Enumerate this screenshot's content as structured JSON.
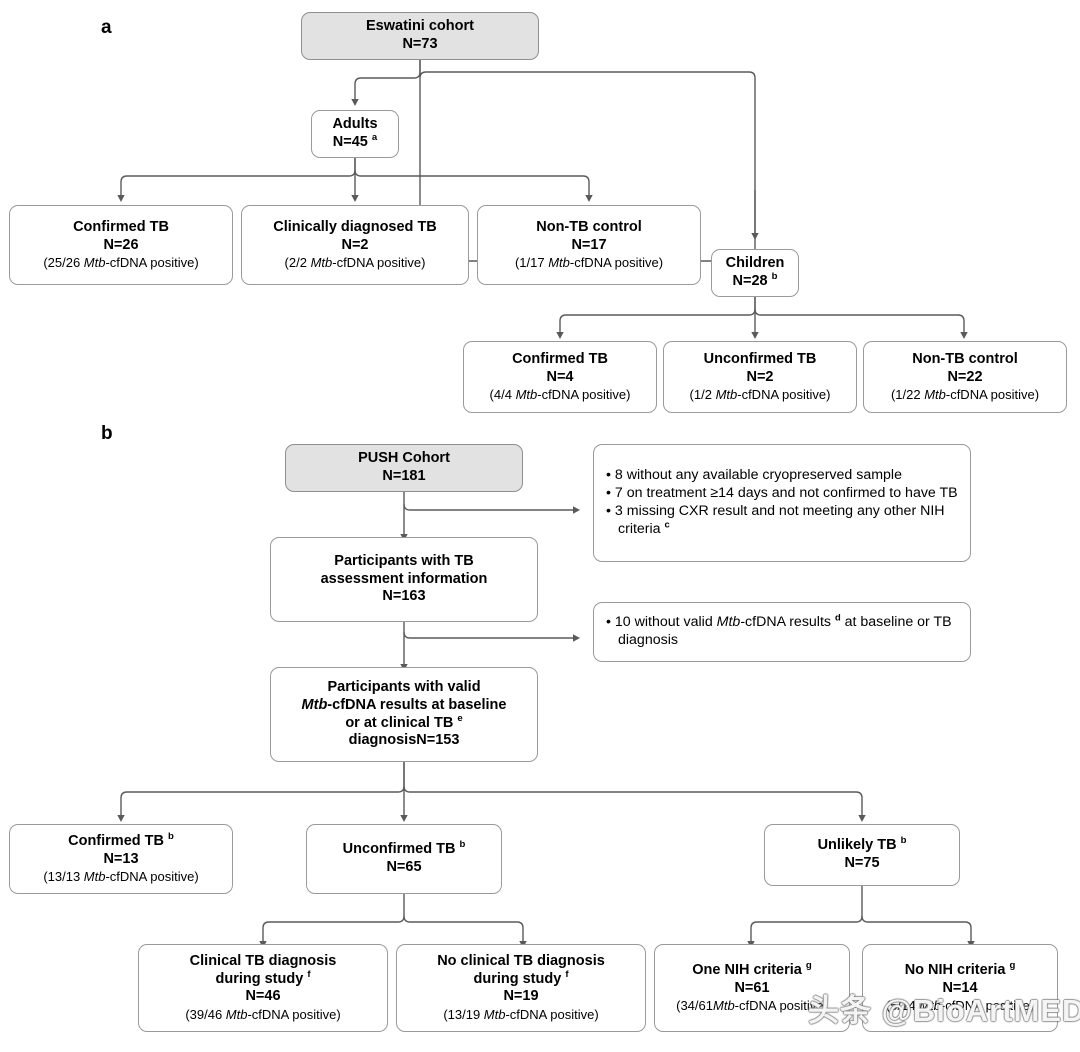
{
  "figure": {
    "panels": [
      {
        "id": "a",
        "label": "a"
      },
      {
        "id": "b",
        "label": "b"
      }
    ],
    "watermark": "头条 @BioArtMED",
    "colors": {
      "box_fill": "#ffffff",
      "box_fill_shaded": "#e2e2e2",
      "box_border": "#9a9a9a",
      "connector": "#5a5a5a",
      "text": "#000000"
    }
  },
  "panel_a": {
    "root": {
      "title": "Eswatini cohort",
      "count": "N=73"
    },
    "adults": {
      "title": "Adults",
      "count": "N=45",
      "note": "a"
    },
    "children": {
      "title": "Children",
      "count": "N=28",
      "note": "b"
    },
    "adult_groups": [
      {
        "title": "Confirmed TB",
        "count": "N=26",
        "positive": "(25/26 Mtb-cfDNA positive)",
        "positive_pre": "(25/26 ",
        "positive_italic": "Mtb",
        "positive_post": "-cfDNA positive)"
      },
      {
        "title": "Clinically diagnosed TB",
        "count": "N=2",
        "positive": "(2/2 Mtb-cfDNA positive)",
        "positive_pre": "(2/2 ",
        "positive_italic": "Mtb",
        "positive_post": "-cfDNA positive)"
      },
      {
        "title": "Non-TB control",
        "count": "N=17",
        "positive": "(1/17 Mtb-cfDNA positive)",
        "positive_pre": "(1/17 ",
        "positive_italic": "Mtb",
        "positive_post": "-cfDNA positive)"
      }
    ],
    "child_groups": [
      {
        "title": "Confirmed TB",
        "count": "N=4",
        "positive": "(4/4 Mtb-cfDNA positive)",
        "positive_pre": "(4/4 ",
        "positive_italic": "Mtb",
        "positive_post": "-cfDNA positive)"
      },
      {
        "title": "Unconfirmed TB",
        "count": "N=2",
        "positive": "(1/2 Mtb-cfDNA positive)",
        "positive_pre": "(1/2 ",
        "positive_italic": "Mtb",
        "positive_post": "-cfDNA positive)"
      },
      {
        "title": "Non-TB control",
        "count": "N=22",
        "positive": "(1/22 Mtb-cfDNA positive)",
        "positive_pre": "(1/22 ",
        "positive_italic": "Mtb",
        "positive_post": "-cfDNA positive)"
      }
    ]
  },
  "panel_b": {
    "root": {
      "title": "PUSH Cohort",
      "count": "N=181"
    },
    "step2": {
      "line1": "Participants with TB",
      "line2": "assessment information",
      "count": "N=163"
    },
    "step3": {
      "line1": "Participants with valid",
      "line2_pre": "",
      "line2_italic": "Mtb",
      "line2_post": "-cfDNA results at baseline",
      "line3": "or at clinical TB",
      "line3_note": "e",
      "line4": "diagnosisN=153"
    },
    "exclusion1": [
      "8 without any available cryopreserved sample",
      "7 on treatment ≥14 days and not confirmed to have TB",
      "3 missing CXR result and not meeting any other NIH criteria ᶜ"
    ],
    "exclusion1_items": [
      {
        "text": "8 without any available cryopreserved sample",
        "note": ""
      },
      {
        "text": "7 on treatment ≥14 days and not confirmed to have TB",
        "note": ""
      },
      {
        "text": "3 missing CXR result and not meeting any other NIH criteria",
        "note": "c"
      }
    ],
    "exclusion2_items": [
      {
        "pre": "10 without valid ",
        "italic": "Mtb",
        "post": "-cfDNA results ",
        "note": "d",
        "tail": " at baseline or TB diagnosis"
      }
    ],
    "outcomes": [
      {
        "title": "Confirmed TB",
        "note": "b",
        "count": "N=13",
        "positive_pre": "(13/13 ",
        "positive_italic": "Mtb",
        "positive_post": "-cfDNA positive)"
      },
      {
        "title": "Unconfirmed TB",
        "note": "b",
        "count": "N=65",
        "positive_pre": "",
        "positive_italic": "",
        "positive_post": ""
      },
      {
        "title": "Unlikely TB",
        "note": "b",
        "count": "N=75",
        "positive_pre": "",
        "positive_italic": "",
        "positive_post": ""
      }
    ],
    "unconfirmed_children": [
      {
        "line1": "Clinical TB diagnosis",
        "line2": "during study",
        "note": "f",
        "count": "N=46",
        "positive_pre": "(39/46 ",
        "positive_italic": "Mtb",
        "positive_post": "-cfDNA positive)"
      },
      {
        "line1": "No clinical TB diagnosis",
        "line2": "during study",
        "note": "f",
        "count": "N=19",
        "positive_pre": "(13/19 ",
        "positive_italic": "Mtb",
        "positive_post": "-cfDNA positive)"
      }
    ],
    "unlikely_children": [
      {
        "line1": "One NIH criteria",
        "line2": "",
        "note": "g",
        "count": "N=61",
        "positive_pre": "(34/61",
        "positive_italic": "Mtb",
        "positive_post": "-cfDNA positive)"
      },
      {
        "line1": "No NIH criteria",
        "line2": "",
        "note": "g",
        "count": "N=14",
        "positive_pre": "(5/14 ",
        "positive_italic": "Mtb",
        "positive_post": "-cfDNA positive)"
      }
    ]
  }
}
